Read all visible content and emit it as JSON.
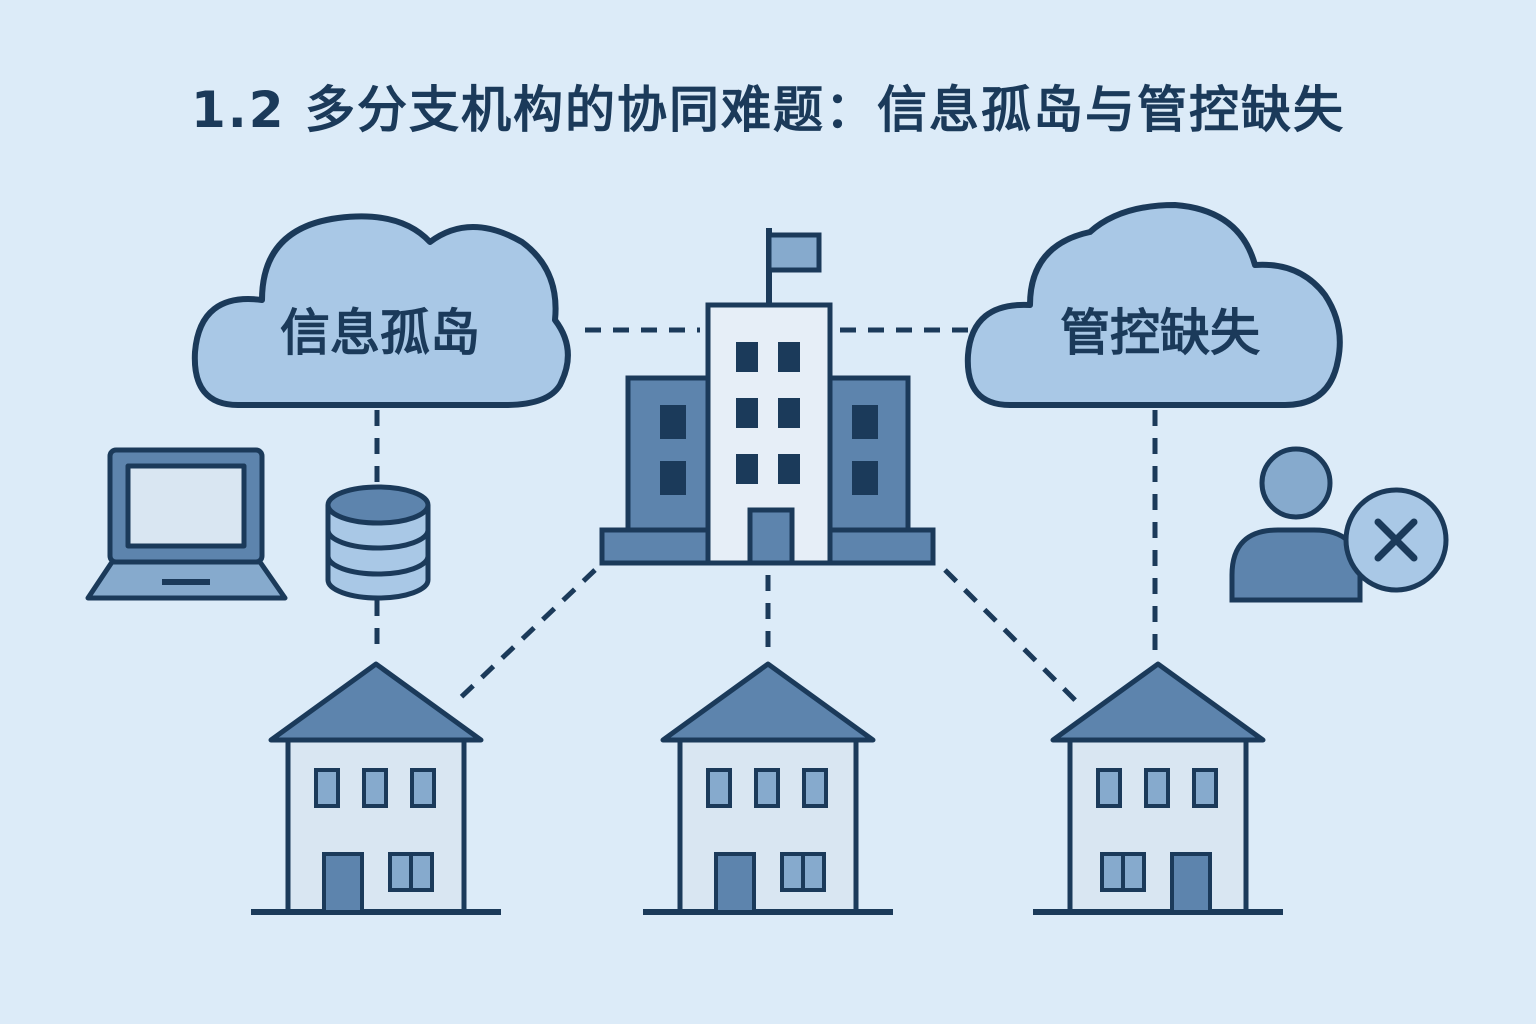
{
  "title": "1.2 多分支机构的协同难题：信息孤岛与管控缺失",
  "clouds": [
    {
      "label": "信息孤岛"
    },
    {
      "label": "管控缺失"
    }
  ],
  "colors": {
    "background": "#dcebf8",
    "outline": "#1b3a5a",
    "cloud_fill": "#a9c8e6",
    "dark_blue": "#5d84ad",
    "mid_blue": "#86aacd",
    "light_fill": "#d9e6f2",
    "window": "#1b3a5a"
  },
  "icons": [
    "laptop-icon",
    "database-icon",
    "headquarters-building-icon",
    "flag-icon",
    "branch-house-icon",
    "user-removed-icon",
    "close-icon"
  ]
}
